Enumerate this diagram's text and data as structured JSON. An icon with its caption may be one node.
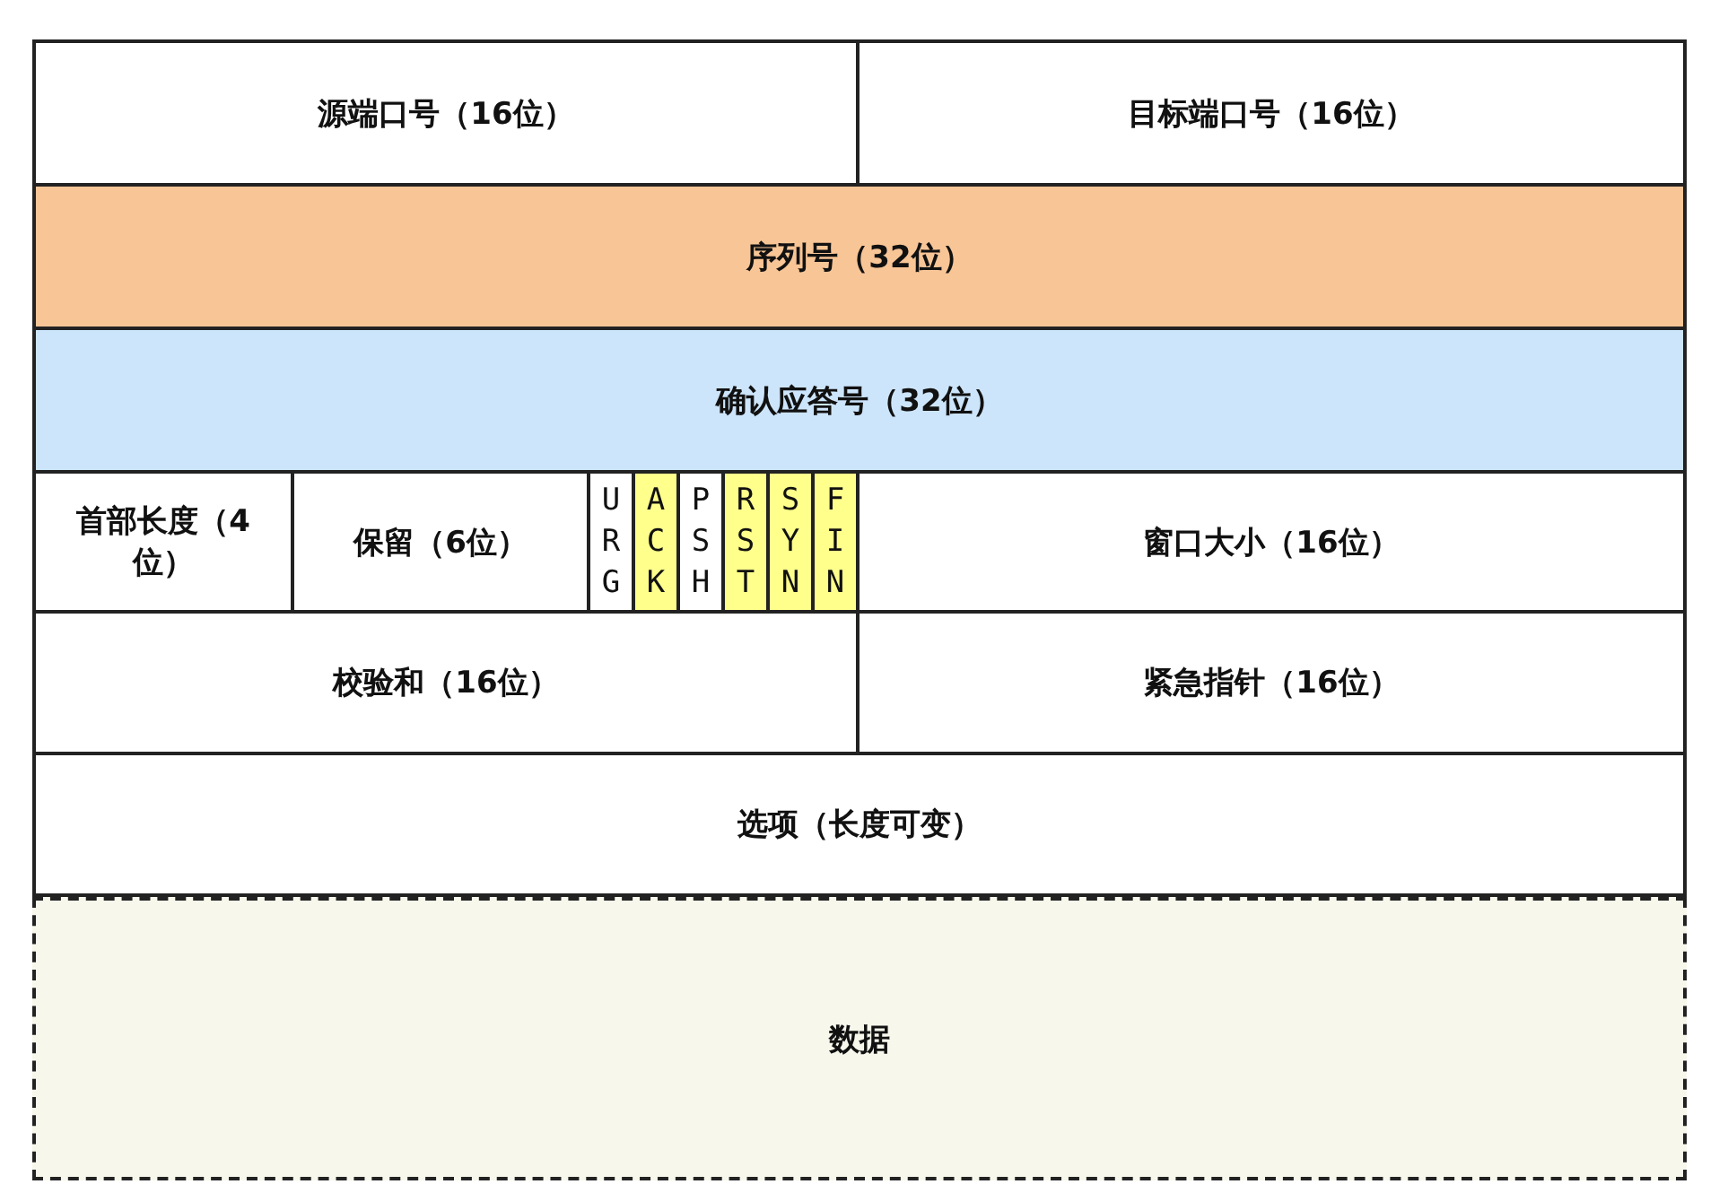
{
  "diagram": {
    "nodes": [
      {
        "text": [
          "源端口号（16位）"
        ]
      },
      {
        "text": [
          "目标端口号（16位）"
        ]
      },
      {
        "text": [
          "序列号（32位）"
        ]
      },
      {
        "text": [
          "确认应答号（32位）"
        ]
      },
      {
        "text": [
          "首部长度（4位）"
        ]
      },
      {
        "text": [
          "保留（6位）"
        ]
      },
      {
        "text": [
          "URG"
        ]
      },
      {
        "text": [
          "ACK"
        ]
      },
      {
        "text": [
          "PSH"
        ]
      },
      {
        "text": [
          "RST"
        ]
      },
      {
        "text": [
          "SYN"
        ]
      },
      {
        "text": [
          "FIN"
        ]
      },
      {
        "text": [
          "窗口大小（16位）"
        ]
      },
      {
        "text": [
          "校验和（16位）"
        ]
      },
      {
        "text": [
          "紧急指针（16位）"
        ]
      },
      {
        "text": [
          "选项（长度可变）"
        ]
      },
      {
        "text": [
          "数据"
        ]
      }
    ]
  }
}
